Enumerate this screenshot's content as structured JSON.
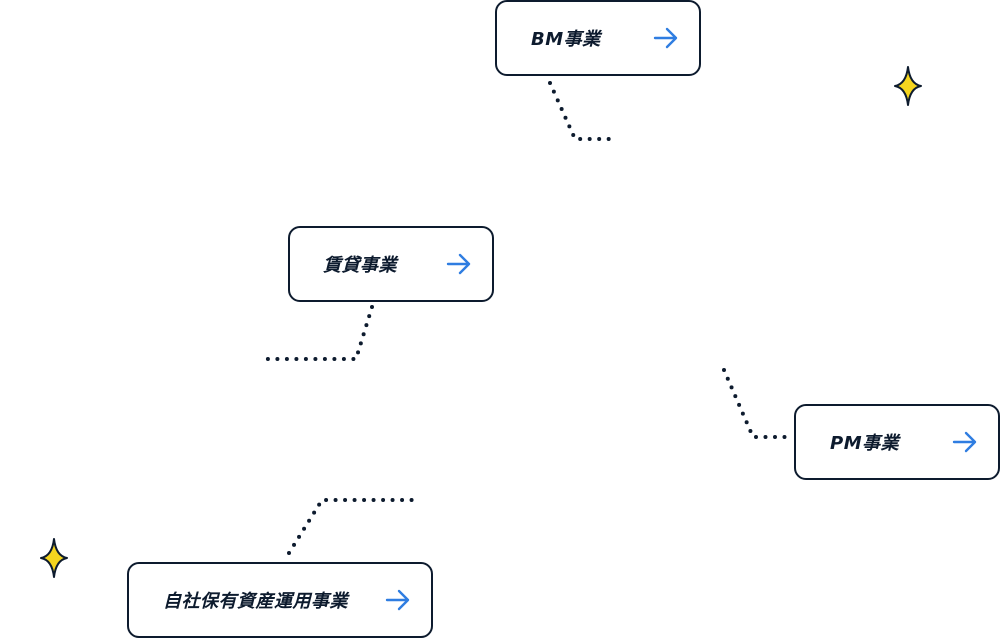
{
  "services": {
    "bm": {
      "label": "BM事業"
    },
    "rental": {
      "label": "賃貸事業"
    },
    "pm": {
      "label": "PM事業"
    },
    "own_asset": {
      "label": "自社保有資産運用事業"
    }
  },
  "colors": {
    "border": "#0d1b2e",
    "text": "#0d1b2e",
    "arrow": "#2f7de1",
    "dots": "#0d1b2e",
    "sparkle_fill": "#f5d51e",
    "sparkle_stroke": "#0d1b2e"
  },
  "icons": {
    "card_arrow": "arrow-right-icon",
    "decoration": "sparkle-icon"
  }
}
